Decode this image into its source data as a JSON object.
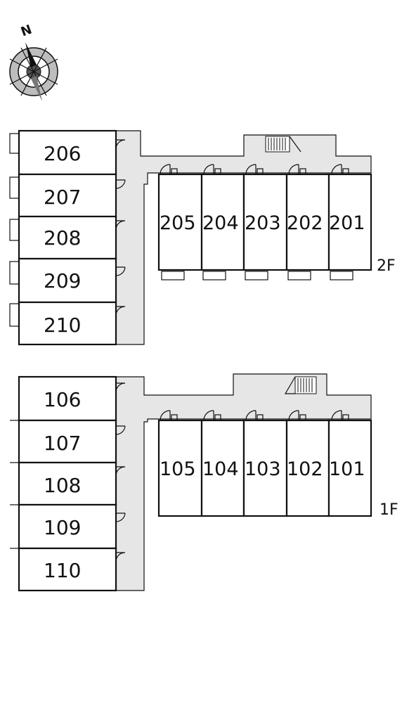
{
  "compass": {
    "north_label": "N"
  },
  "floors": [
    {
      "label": "2F",
      "left_units": [
        "206",
        "207",
        "208",
        "209",
        "210"
      ],
      "right_units": [
        "205",
        "204",
        "203",
        "202",
        "201"
      ]
    },
    {
      "label": "1F",
      "left_units": [
        "106",
        "107",
        "108",
        "109",
        "110"
      ],
      "right_units": [
        "105",
        "104",
        "103",
        "102",
        "101"
      ]
    }
  ]
}
